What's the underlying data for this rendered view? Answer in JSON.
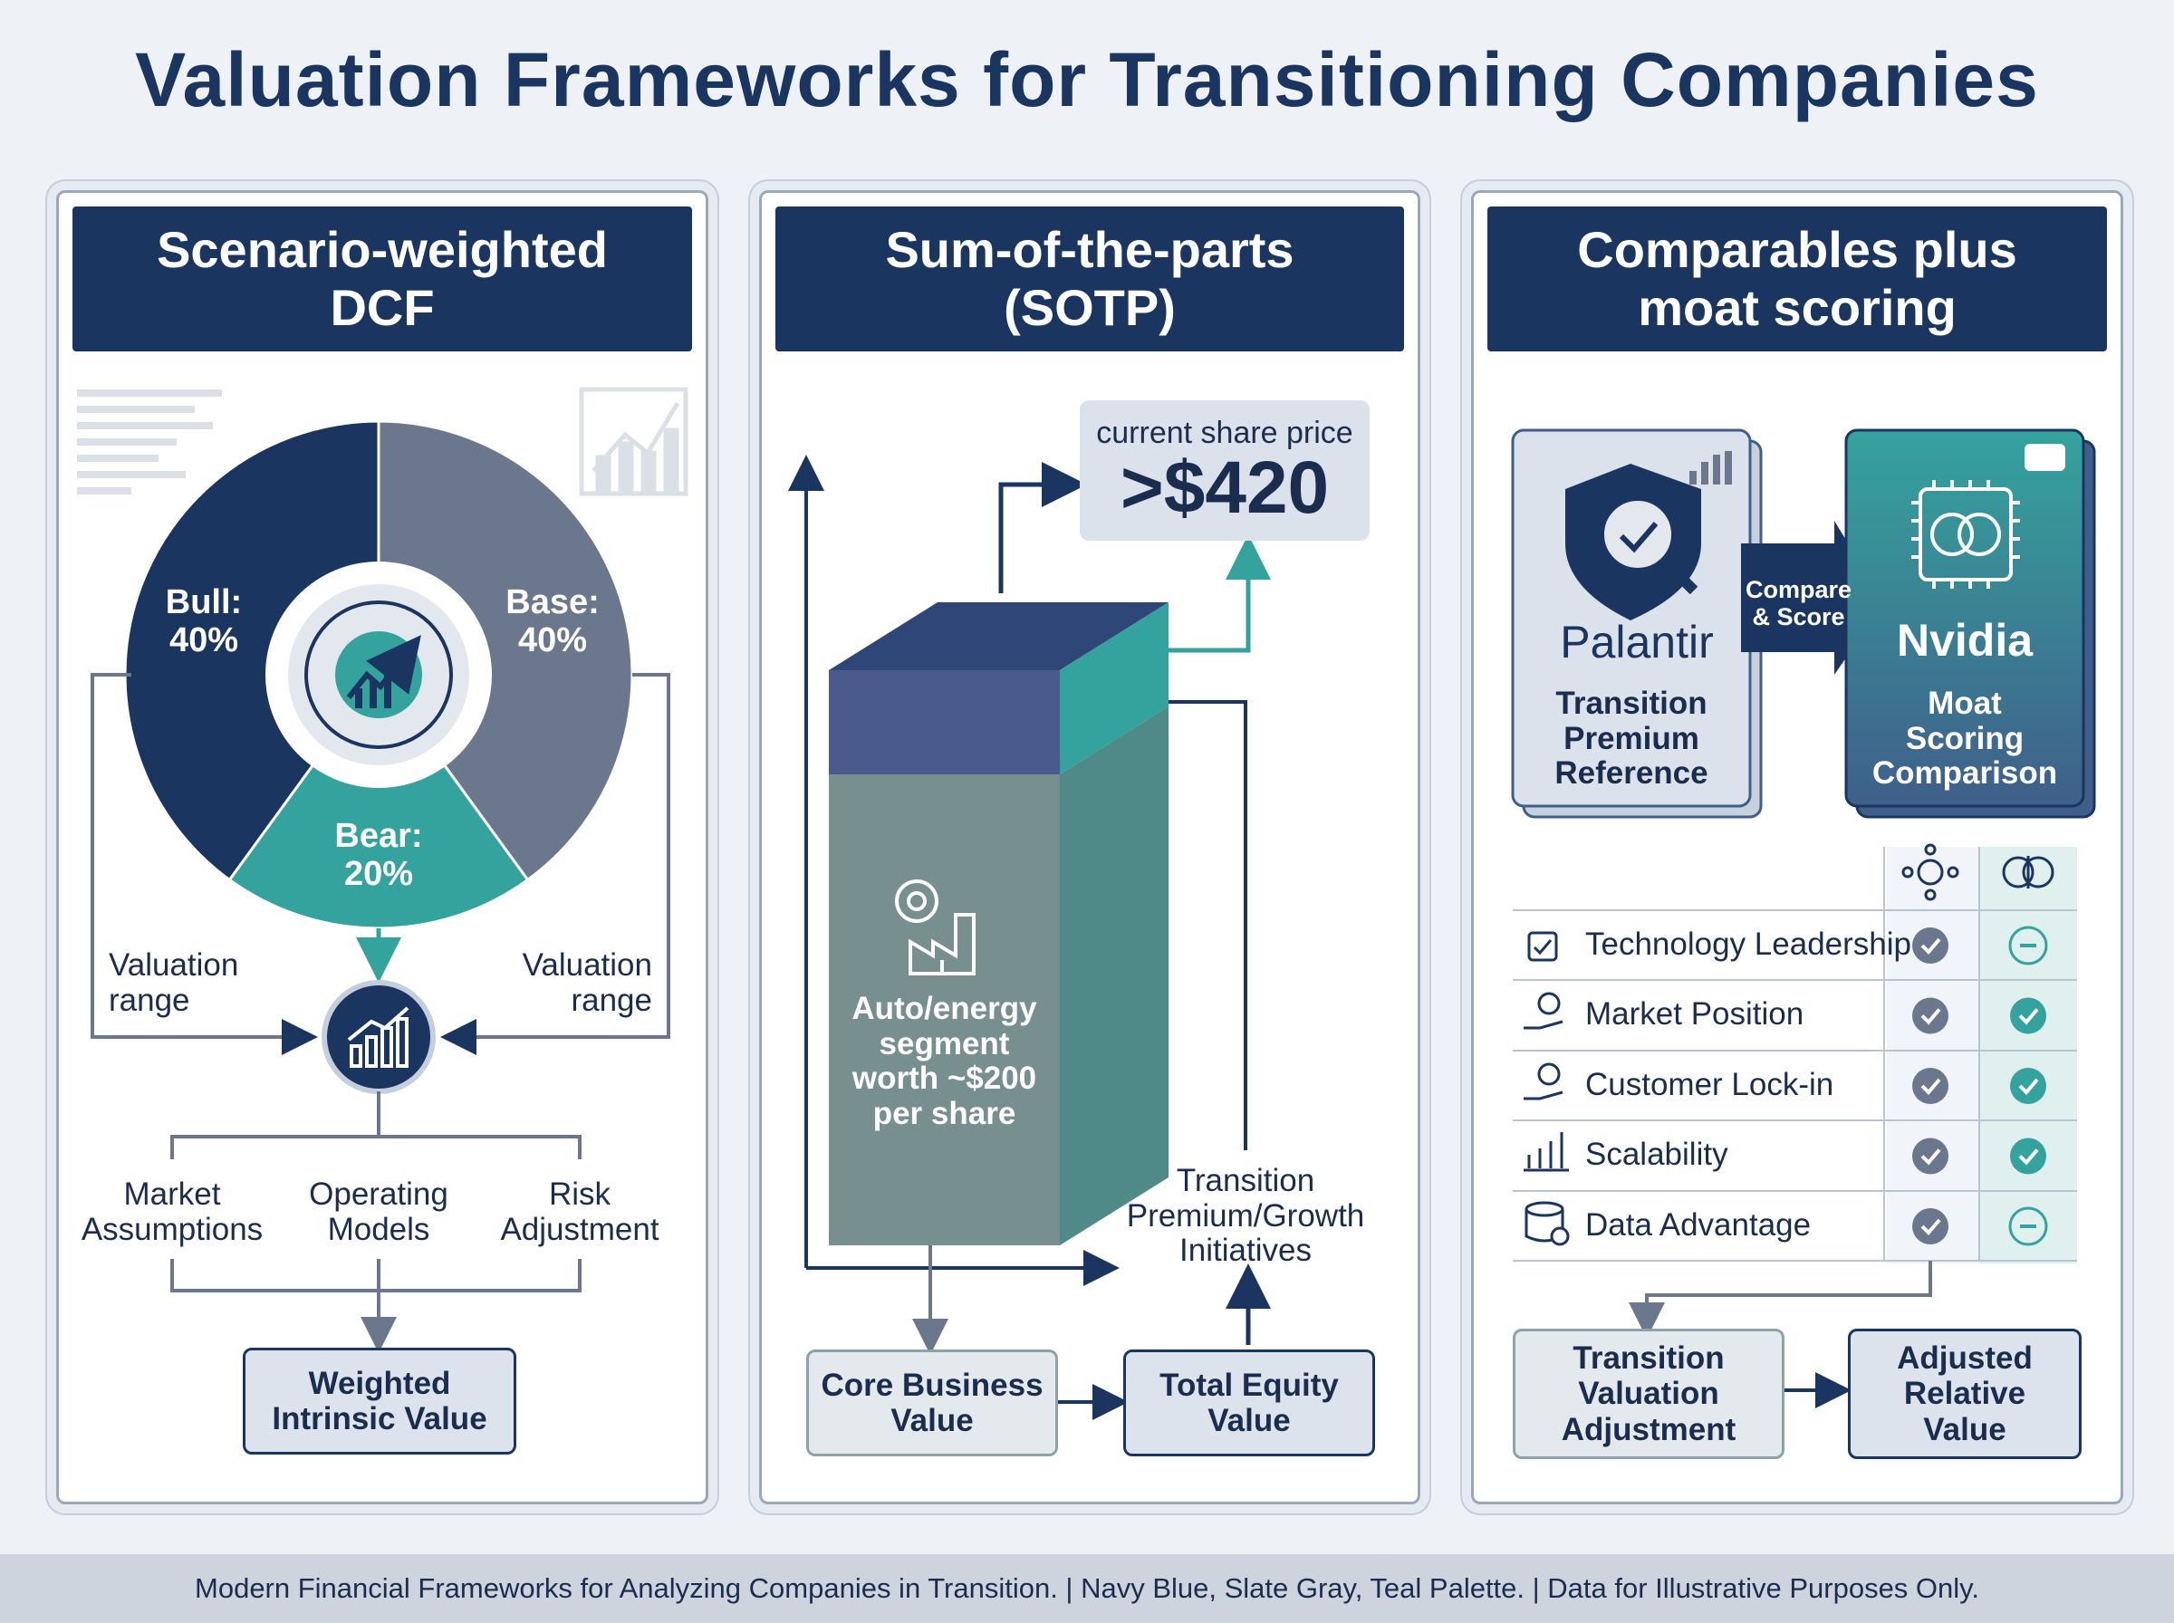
{
  "title": "Valuation Frameworks for Transitioning Companies",
  "colors": {
    "navy": "#1b3561",
    "slate": "#6b778d",
    "teal": "#35a39d",
    "background": "#eef2f7"
  },
  "panels": {
    "dcf": {
      "heading": "Scenario-weighted\nDCF",
      "scenarios": [
        {
          "label": "Bull:\n40%",
          "weight": 40,
          "color": "#1b3561"
        },
        {
          "label": "Base:\n40%",
          "weight": 40,
          "color": "#6b778d"
        },
        {
          "label": "Bear:\n20%",
          "weight": 20,
          "color": "#35a39d"
        }
      ],
      "range_left": "Valuation\nrange",
      "range_right": "Valuation\nrange",
      "inputs": [
        "Market\nAssumptions",
        "Operating\nModels",
        "Risk\nAdjustment"
      ],
      "output": "Weighted\nIntrinsic Value"
    },
    "sotp": {
      "heading": "Sum-of-the-parts\n(SOTP)",
      "price_caption": "current share price",
      "price_value": ">$420",
      "segment": "Auto/energy\nsegment\nworth ~$200\nper share",
      "premium": "Transition\nPremium/Growth\nInitiatives",
      "core": "Core Business\nValue",
      "total": "Total Equity\nValue"
    },
    "comps": {
      "heading": "Comparables plus\nmoat scoring",
      "left_company": "Palantir",
      "left_caption": "Transition\nPremium\nReference",
      "arrow_label": "Compare\n& Score",
      "right_company": "Nvidia",
      "right_caption": "Moat\nScoring\nComparison",
      "criteria": [
        {
          "label": "Technology Leadership",
          "icon": "chip-icon",
          "a": "check",
          "b": "partial"
        },
        {
          "label": "Market Position",
          "icon": "hand-coin-icon",
          "a": "check",
          "b": "check"
        },
        {
          "label": "Customer Lock-in",
          "icon": "hand-coin-icon",
          "a": "check",
          "b": "check"
        },
        {
          "label": "Scalability",
          "icon": "bar-chart-icon",
          "a": "check",
          "b": "check"
        },
        {
          "label": "Data Advantage",
          "icon": "database-icon",
          "a": "check",
          "b": "partial"
        }
      ],
      "adjustment": "Transition\nValuation\nAdjustment",
      "result": "Adjusted\nRelative\nValue"
    }
  },
  "footer": "Modern Financial Frameworks for Analyzing Companies in Transition. | Navy Blue, Slate Gray, Teal Palette. | Data for Illustrative Purposes Only."
}
